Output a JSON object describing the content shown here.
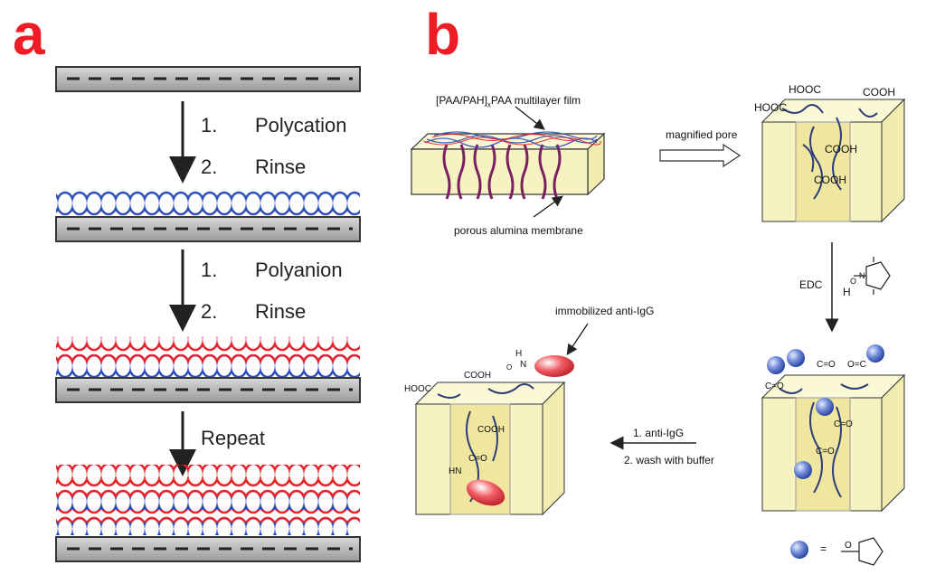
{
  "panels": {
    "a": "a",
    "b": "b"
  },
  "panel_a": {
    "step1": {
      "n1": "1.",
      "t1": "Polycation",
      "n2": "2.",
      "t2": "Rinse"
    },
    "step2": {
      "n1": "1.",
      "t1": "Polyanion",
      "n2": "2.",
      "t2": "Rinse"
    },
    "step3": "Repeat"
  },
  "panel_b": {
    "film_label_pre": "[PAA/PAH]",
    "film_label_sub": "x",
    "film_label_post": "PAA multilayer film",
    "membrane_label": "porous alumina membrane",
    "magnified_label": "magnified pore",
    "cooh": "COOH",
    "hooc": "HOOC",
    "edc": "EDC",
    "nhs_h": "H",
    "nhs_o": "O",
    "nhs_n": "N",
    "immobilized_label": "immobilized anti-IgG",
    "step1": "1. anti-IgG",
    "step2": "2. wash with buffer",
    "co": "C=O",
    "o_c": "O=C",
    "oc": "O",
    "hn": "HN",
    "nh_h": "H",
    "nh_n": "N",
    "equals": "=",
    "colors": {
      "red_label": "#ee1c25",
      "blue_polymer": "#2e4fb8",
      "red_polymer": "#e8232a",
      "tan": "#f7f2c2",
      "sphere": "#4d6bc4",
      "antibody": "#d9141e"
    }
  }
}
